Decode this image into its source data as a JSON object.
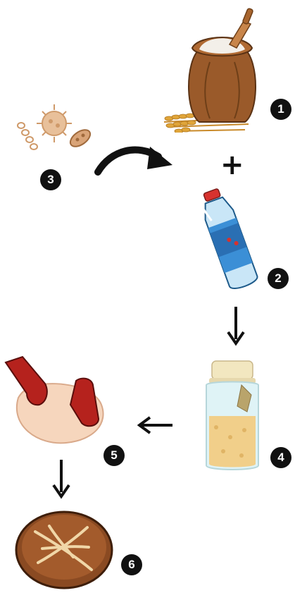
{
  "steps": [
    {
      "number": "1",
      "item": "flour"
    },
    {
      "number": "2",
      "item": "water"
    },
    {
      "number": "3",
      "item": "microbes"
    },
    {
      "number": "4",
      "item": "starter-jar"
    },
    {
      "number": "5",
      "item": "dough-kneading"
    },
    {
      "number": "6",
      "item": "bread"
    }
  ],
  "symbols": {
    "plus": "+"
  },
  "colors": {
    "badge": "#111111",
    "sack": "#9a5a2a",
    "flour": "#f3efe9",
    "wheat": "#e0a53a",
    "bottle_cap": "#d7322e",
    "bottle_body": "#3b8fd6",
    "jar_lid": "#f2e7c0",
    "jar_glass": "#dff3f6",
    "starter": "#f1cf8a",
    "glove": "#b5221d",
    "dough": "#f6d6bd",
    "bread": "#8a4a22",
    "microbe": "#cf9a6a"
  },
  "icons": [
    "flour-sack-icon",
    "water-bottle-icon",
    "microbes-icon",
    "starter-jar-icon",
    "kneading-hands-icon",
    "bread-loaf-icon",
    "curved-arrow-icon",
    "down-arrow-icon",
    "left-arrow-icon"
  ]
}
